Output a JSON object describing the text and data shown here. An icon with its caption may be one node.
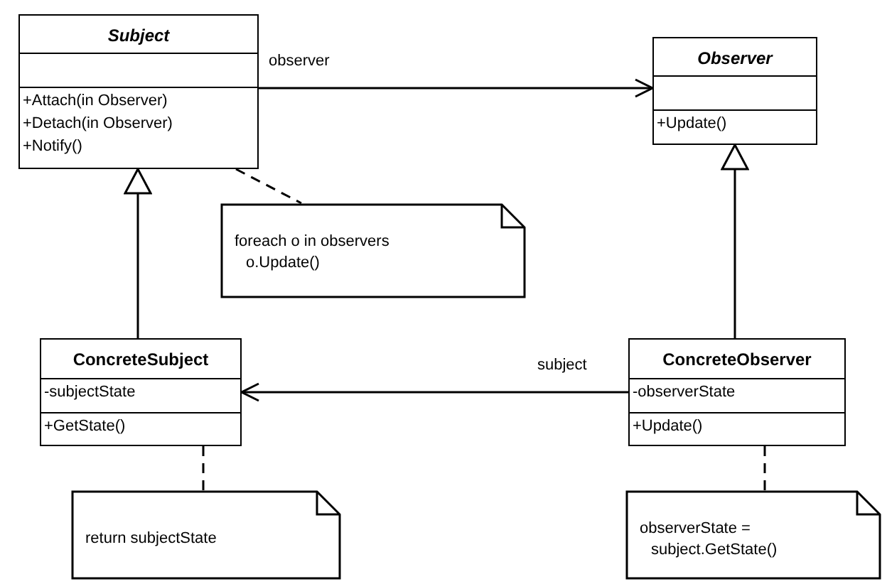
{
  "diagram": {
    "nodes": [
      {
        "text": [
          "Subject",
          "+Attach(in Observer)",
          "+Detach(in Observer)",
          "+Notify()"
        ]
      },
      {
        "text": [
          "Observer",
          "+Update()"
        ]
      },
      {
        "text": [
          "ConcreteSubject",
          "-subjectState",
          "+GetState()"
        ]
      },
      {
        "text": [
          "ConcreteObserver",
          "-observerState",
          "+Update()"
        ]
      },
      {
        "text": [
          "foreach o in observers o.Update()"
        ]
      },
      {
        "text": [
          "return subjectState"
        ]
      },
      {
        "text": [
          "observerState = subject.GetState()"
        ]
      }
    ],
    "edges": [
      {
        "from": 0,
        "to": 1,
        "arrow": "to",
        "label": "observer"
      },
      {
        "from": 2,
        "to": 0,
        "arrow": "to"
      },
      {
        "from": 3,
        "to": 1,
        "arrow": "to"
      },
      {
        "from": 3,
        "to": 2,
        "arrow": "to",
        "label": "subject"
      },
      {
        "from": 0,
        "to": 4,
        "arrow": "none",
        "style": "dashed"
      },
      {
        "from": 2,
        "to": 5,
        "arrow": "none",
        "style": "dashed"
      },
      {
        "from": 3,
        "to": 6,
        "arrow": "none",
        "style": "dashed"
      }
    ]
  }
}
